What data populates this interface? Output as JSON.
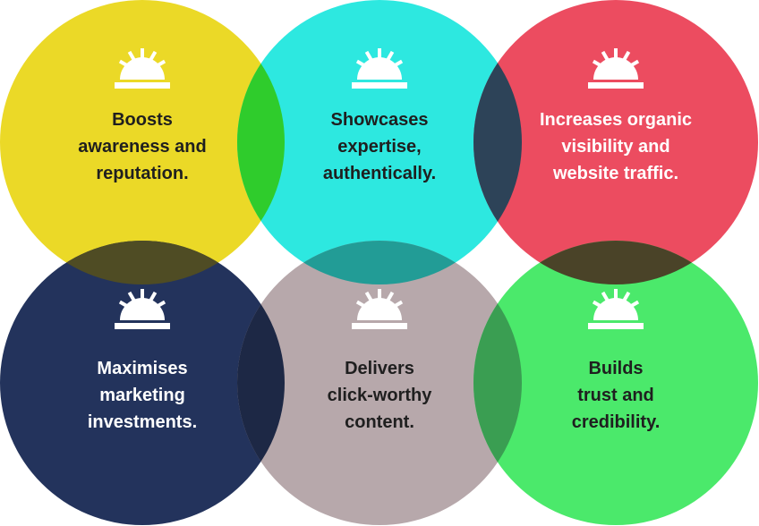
{
  "circles": [
    {
      "id": "yellow",
      "color": "#ebd927",
      "text_color": "#1f1f1f",
      "text": "Boosts\nawareness and\nreputation."
    },
    {
      "id": "cyan",
      "color": "#2de8e0",
      "text_color": "#1f1f1f",
      "text": "Showcases\nexpertise,\nauthentically."
    },
    {
      "id": "red",
      "color": "#ec4c60",
      "text_color": "#ffffff",
      "text": "Increases organic\nvisibility and\nwebsite traffic."
    },
    {
      "id": "navy",
      "color": "#23335c",
      "text_color": "#ffffff",
      "text": "Maximises\nmarketing\ninvestments."
    },
    {
      "id": "taupe",
      "color": "#b7a8ab",
      "text_color": "#1f1f1f",
      "text": "Delivers\nclick-worthy\ncontent."
    },
    {
      "id": "green",
      "color": "#4be96b",
      "text_color": "#1f1f1f",
      "text": "Builds\ntrust and\ncredibility."
    }
  ],
  "overlaps": {
    "yellow_cyan": "#2fcc2c",
    "cyan_red": "#2d4358",
    "yellow_navy": "#4f4c24",
    "cyan_taupe": "#229c96",
    "red_green": "#4a4328",
    "navy_taupe": "#1d2845",
    "taupe_green": "#3a9e52"
  },
  "icon": {
    "name": "sunburst-icon",
    "color": "#ffffff"
  }
}
